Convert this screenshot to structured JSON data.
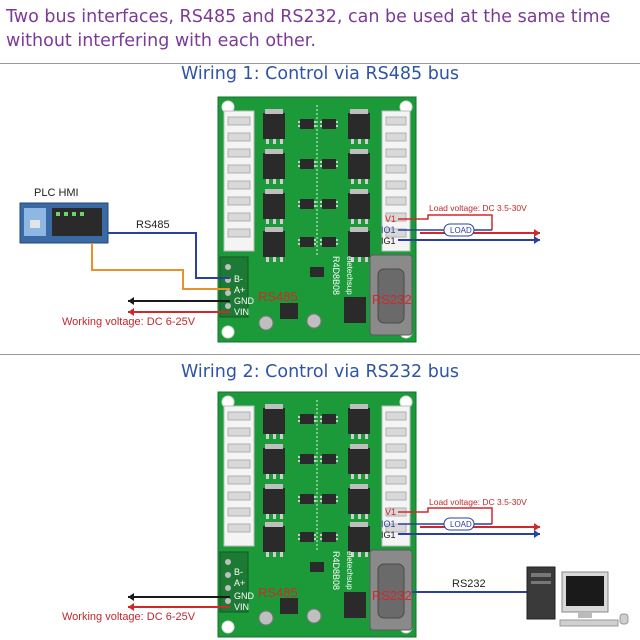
{
  "intro_text": "Two bus interfaces, RS485 and RS232, can be used at the same time without interfering with each other.",
  "wiring1": {
    "title": "Wiring 1: Control via RS485 bus",
    "plc_label": "PLC HMI",
    "bus_label": "RS485",
    "load_voltage": "Load voltage: DC 3.5-30V",
    "load_label": "LOAD",
    "working_voltage": "Working voltage: DC 6-25V",
    "pins_left": [
      "B-",
      "A+",
      "GND",
      "VIN"
    ],
    "pins_right": [
      "V1",
      "IO1",
      "IG1"
    ],
    "board_silk_485": "RS485",
    "board_silk_232": "RS232",
    "board_model": "R4D8B08",
    "board_brand": "eletechsup"
  },
  "wiring2": {
    "title": "Wiring 2: Control via RS232 bus",
    "bus_label": "RS232",
    "load_voltage": "Load voltage: DC 3.5-30V",
    "load_label": "LOAD",
    "working_voltage": "Working voltage: DC 6-25V",
    "pins_left": [
      "B-",
      "A+",
      "GND",
      "VIN"
    ],
    "pins_right": [
      "V1",
      "IO1",
      "IG1"
    ],
    "board_silk_485": "RS485",
    "board_silk_232": "RS232",
    "board_model": "R4D8B08",
    "board_brand": "eletechsup"
  },
  "colors": {
    "intro": "#7b3a96",
    "title": "#2f54a6",
    "wire_red": "#d1282c",
    "wire_blue": "#2b3fa0",
    "wire_orange": "#e8902a",
    "wire_black": "#1a1a1a",
    "pcb_green": "#1c9a3a",
    "note_red": "#c0282c"
  }
}
